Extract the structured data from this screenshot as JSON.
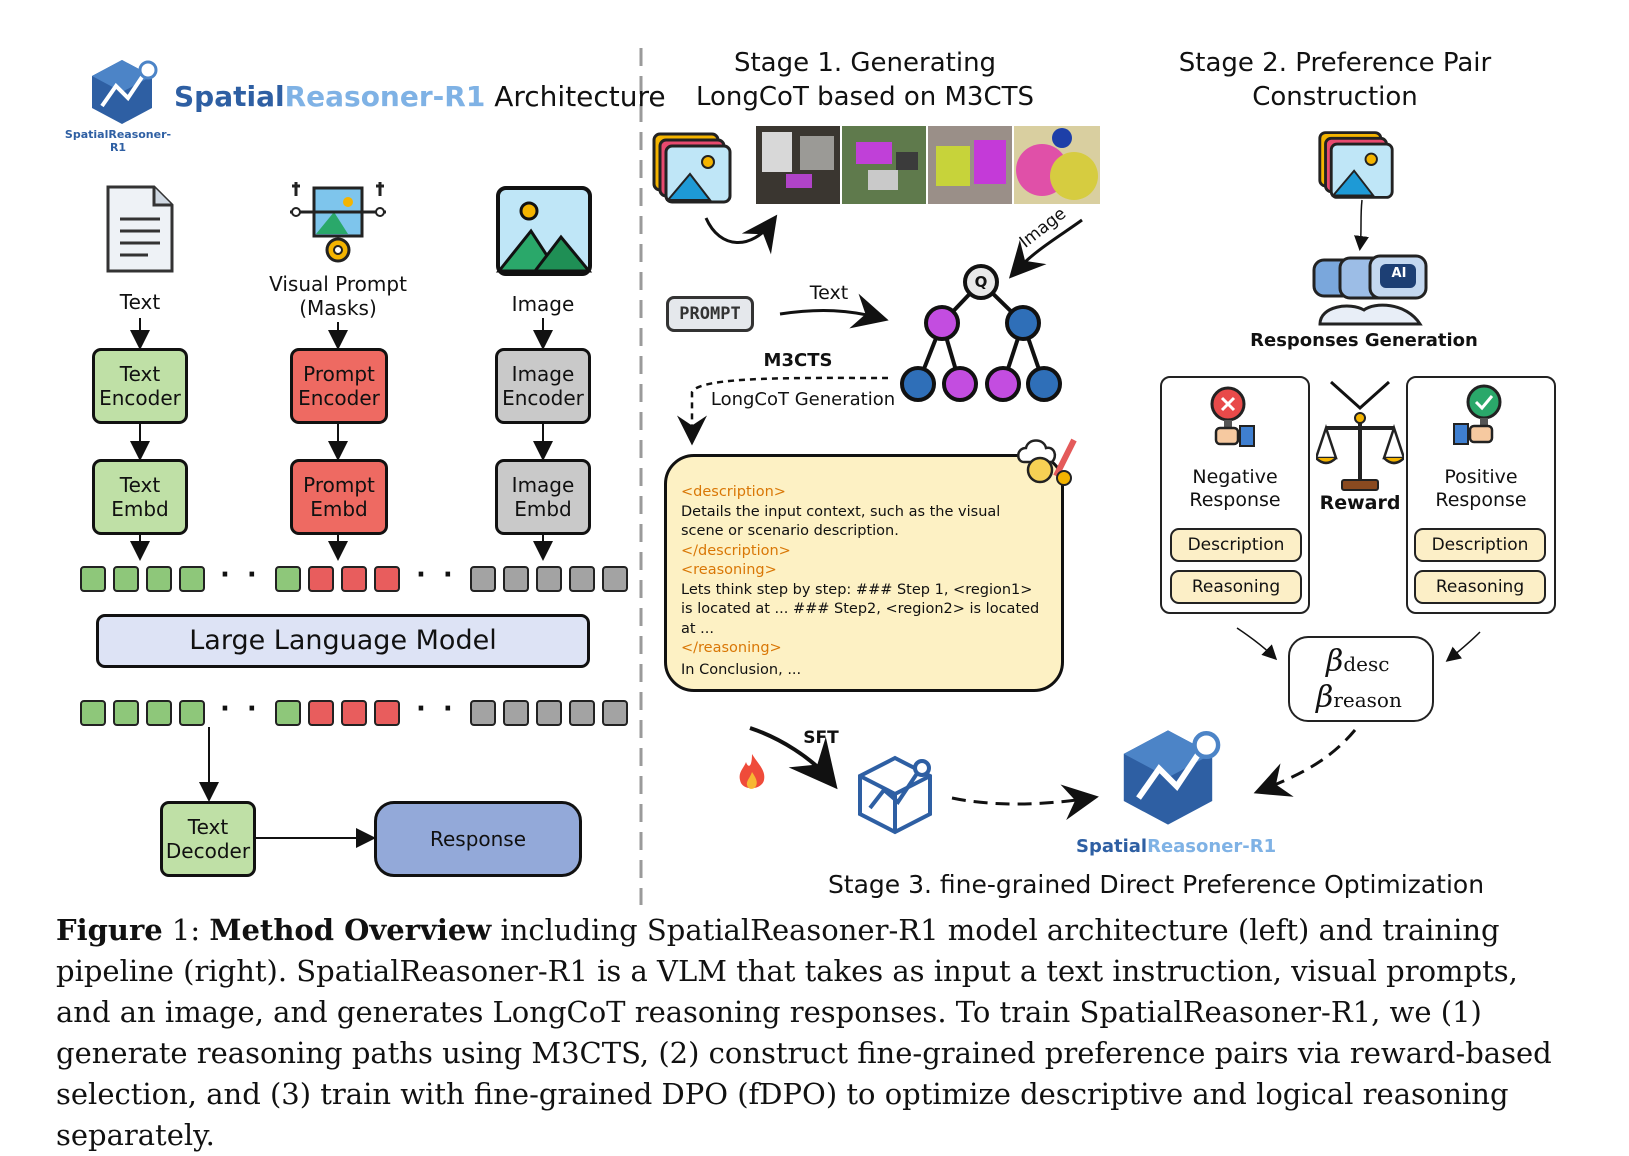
{
  "left": {
    "brand_prefix": "Spatial",
    "brand_suffix": "Reasoner-R1",
    "title_rest": "Architecture",
    "logo_caption": "SpatialReasoner-R1",
    "inputs": {
      "text": "Text",
      "visual_prompt_line1": "Visual Prompt",
      "visual_prompt_line2": "(Masks)",
      "image": "Image"
    },
    "encoders": {
      "text_1": "Text",
      "text_2": "Encoder",
      "prompt_1": "Prompt",
      "prompt_2": "Encoder",
      "image_1": "Image",
      "image_2": "Encoder"
    },
    "embeds": {
      "text_1": "Text",
      "text_2": "Embd",
      "prompt_1": "Prompt",
      "prompt_2": "Embd",
      "image_1": "Image",
      "image_2": "Embd"
    },
    "ellipsis": "· · ·",
    "llm": "Large Language Model",
    "decoder_1": "Text",
    "decoder_2": "Decoder",
    "response": "Response"
  },
  "stage1": {
    "title_1": "Stage 1. Generating",
    "title_2": "LongCoT based on M3CTS",
    "prompt_badge": "PROMPT",
    "text_label": "Text",
    "image_label": "Image",
    "tree_root": "Q",
    "m3cts": "M3CTS",
    "longcot": "LongCoT Generation",
    "card": {
      "desc_open": "<description>",
      "desc_body": "Details the input context, such as the visual scene or scenario description.",
      "desc_close": "</description>",
      "reason_open": "<reasoning>",
      "reason_body": "Lets think step by step: ### Step 1, <region1> is located at ... ### Step2, <region2> is located at ...",
      "reason_close": "</reasoning>",
      "conclusion": "In Conclusion, ..."
    }
  },
  "stage2": {
    "title_1": "Stage 2. Preference Pair",
    "title_2": "Construction",
    "robot_badge": "AI",
    "responses_generation": "Responses Generation",
    "negative_1": "Negative",
    "negative_2": "Response",
    "positive_1": "Positive",
    "positive_2": "Response",
    "reward": "Reward",
    "description": "Description",
    "reasoning": "Reasoning",
    "beta": "β",
    "beta_desc": "desc",
    "beta_reason": "reason"
  },
  "stage3": {
    "sft": "SFT",
    "logo_prefix": "Spatial",
    "logo_suffix": "Reasoner-R1",
    "title": "Stage 3. fine-grained Direct Preference Optimization"
  },
  "caption": {
    "fig_word": "Figure",
    "fig_num": " 1: ",
    "bold": "Method Overview",
    "rest": " including SpatialReasoner-R1 model architecture (left) and training pipeline (right). SpatialReasoner-R1 is a VLM that takes as input a text instruction, visual prompts, and an image, and generates LongCoT reasoning responses. To train SpatialReasoner-R1, we (1) generate reasoning paths using M3CTS, (2) construct fine-grained preference pairs via reward-based selection, and (3) train with fine-grained DPO (fDPO) to optimize descriptive and logical reasoning separately."
  },
  "colors": {
    "brand_dark": "#2e5fa3",
    "brand_light": "#7fb2e5",
    "green_box": "#bfe0a6",
    "red_box": "#ee6a62",
    "gray_box": "#c9c9c9",
    "llm_fill": "#dde3f5",
    "response_fill": "#93a9d9",
    "card_fill": "#fdf1c4",
    "tag_orange": "#d97706",
    "node_purple": "#c34de0",
    "node_blue": "#2f6fb8"
  },
  "icons": [
    "document-icon",
    "visual-prompt-icon",
    "image-icon",
    "hexagon-logo-icon",
    "photo-stack-icon",
    "prompt-badge-icon",
    "tree-icon",
    "robot-icon",
    "thumbs-down-icon",
    "thumbs-up-icon",
    "balance-scale-icon",
    "fire-icon",
    "network-cube-icon",
    "idea-icon"
  ]
}
